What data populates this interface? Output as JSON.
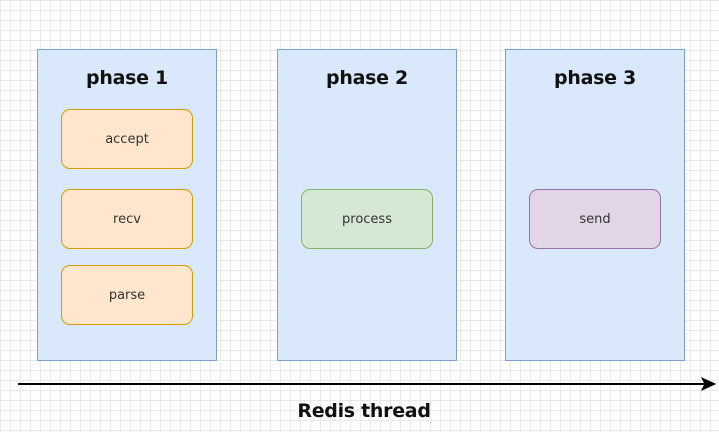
{
  "phases": [
    {
      "title": "phase 1",
      "steps": [
        "accept",
        "recv",
        "parse"
      ]
    },
    {
      "title": "phase 2",
      "steps": [
        "process"
      ]
    },
    {
      "title": "phase 3",
      "steps": [
        "send"
      ]
    }
  ],
  "timeline": {
    "label": "Redis thread"
  },
  "colors": {
    "phase_fill": "#dae8fc",
    "phase_stroke": "#7ea0cc",
    "orange_fill": "#ffe6cc",
    "orange_stroke": "#d79b00",
    "green_fill": "#d5e8d4",
    "green_stroke": "#82b366",
    "purple_fill": "#e1d5e7",
    "purple_stroke": "#9673a6"
  }
}
